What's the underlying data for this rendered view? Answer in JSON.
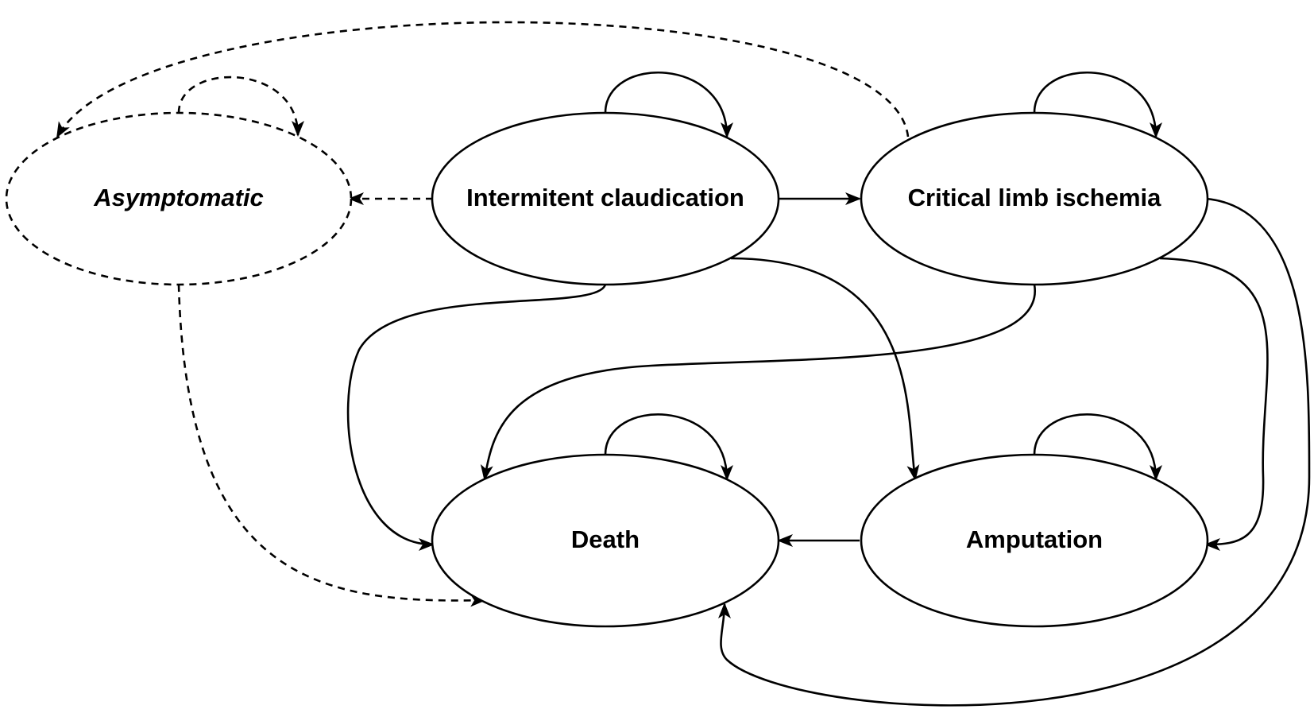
{
  "nodes": {
    "asymptomatic": {
      "label": "Asymptomatic",
      "style": "dashed-italic"
    },
    "intermittent_claudication": {
      "label": "Intermitent claudication"
    },
    "critical_limb_ischemia": {
      "label": "Critical limb ischemia"
    },
    "death": {
      "label": "Death"
    },
    "amputation": {
      "label": "Amputation"
    }
  },
  "edges": [
    {
      "from": "asymptomatic",
      "to": "asymptomatic",
      "style": "dashed"
    },
    {
      "from": "critical_limb_ischemia",
      "to": "asymptomatic",
      "style": "dashed"
    },
    {
      "from": "intermittent_claudication",
      "to": "asymptomatic",
      "style": "dashed"
    },
    {
      "from": "asymptomatic",
      "to": "death",
      "style": "dashed"
    },
    {
      "from": "intermittent_claudication",
      "to": "intermittent_claudication",
      "style": "solid"
    },
    {
      "from": "intermittent_claudication",
      "to": "critical_limb_ischemia",
      "style": "solid"
    },
    {
      "from": "intermittent_claudication",
      "to": "death",
      "style": "solid"
    },
    {
      "from": "intermittent_claudication",
      "to": "amputation",
      "style": "solid"
    },
    {
      "from": "critical_limb_ischemia",
      "to": "critical_limb_ischemia",
      "style": "solid"
    },
    {
      "from": "critical_limb_ischemia",
      "to": "death",
      "style": "solid"
    },
    {
      "from": "critical_limb_ischemia",
      "to": "amputation",
      "style": "solid"
    },
    {
      "from": "critical_limb_ischemia",
      "to": "death",
      "style": "solid"
    },
    {
      "from": "death",
      "to": "death",
      "style": "solid"
    },
    {
      "from": "amputation",
      "to": "amputation",
      "style": "solid"
    },
    {
      "from": "amputation",
      "to": "death",
      "style": "solid"
    }
  ],
  "colors": {
    "stroke": "#000000",
    "background": "#ffffff"
  }
}
